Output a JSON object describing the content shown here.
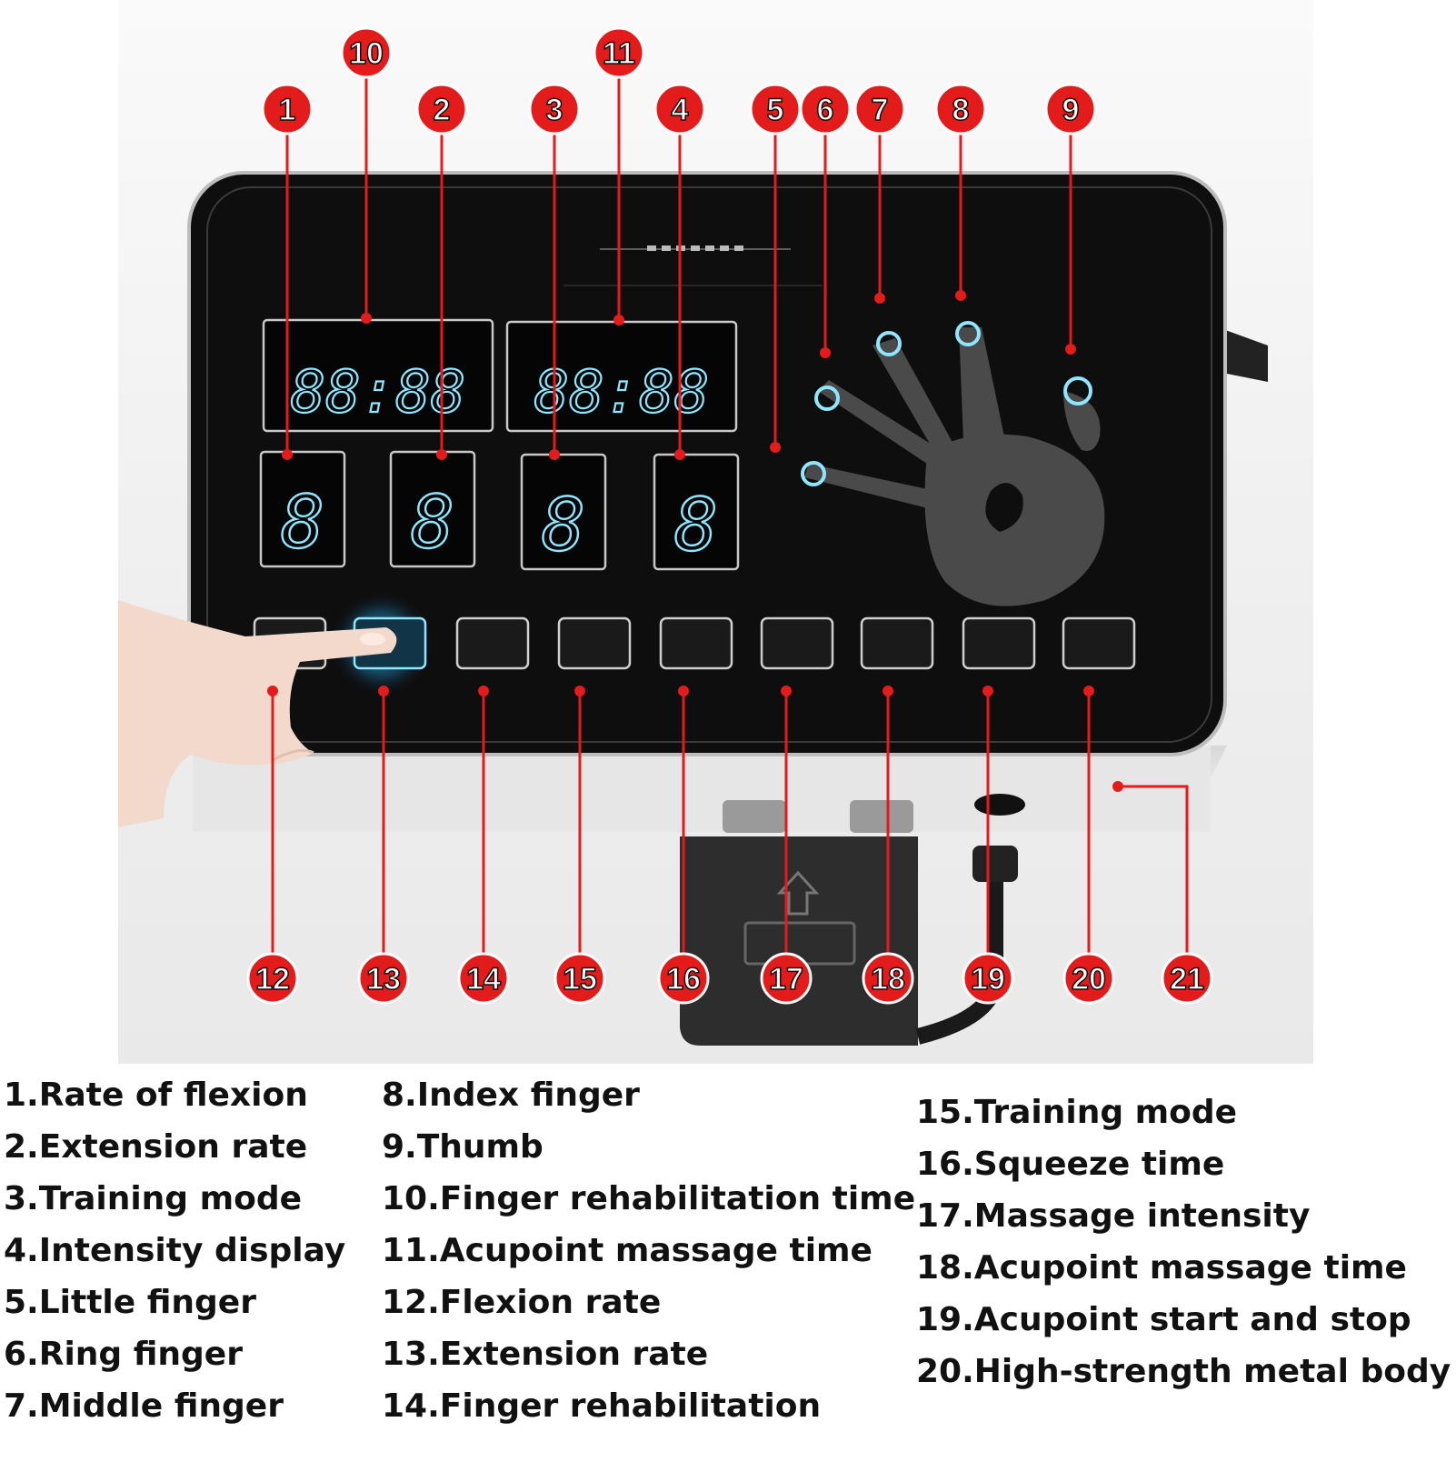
{
  "device": {
    "display_digits_left": "88:88",
    "display_digits_right": "88:88",
    "single_digit": "8"
  },
  "callouts": [
    "1",
    "2",
    "3",
    "4",
    "5",
    "6",
    "7",
    "8",
    "9",
    "10",
    "11",
    "12",
    "13",
    "14",
    "15",
    "16",
    "17",
    "18",
    "19",
    "20",
    "21"
  ],
  "legend": {
    "col1": [
      "1.Rate of flexion",
      "2.Extension rate",
      "3.Training mode",
      "4.Intensity display",
      "5.Little finger",
      "6.Ring finger",
      "7.Middle finger"
    ],
    "col2": [
      "8.Index finger",
      "9.Thumb",
      "10.Finger rehabilitation time",
      "11.Acupoint massage time",
      "12.Flexion rate",
      "13.Extension rate",
      "14.Finger rehabilitation"
    ],
    "col3": [
      "15.Training mode",
      "16.Squeeze time",
      "17.Massage intensity",
      "18.Acupoint massage time",
      "19.Acupoint start and stop",
      "20.High-strength metal body"
    ]
  },
  "colors": {
    "callout": "#e31b1b",
    "panel": "#0e0e0f",
    "digit": "#8fe6ff"
  }
}
